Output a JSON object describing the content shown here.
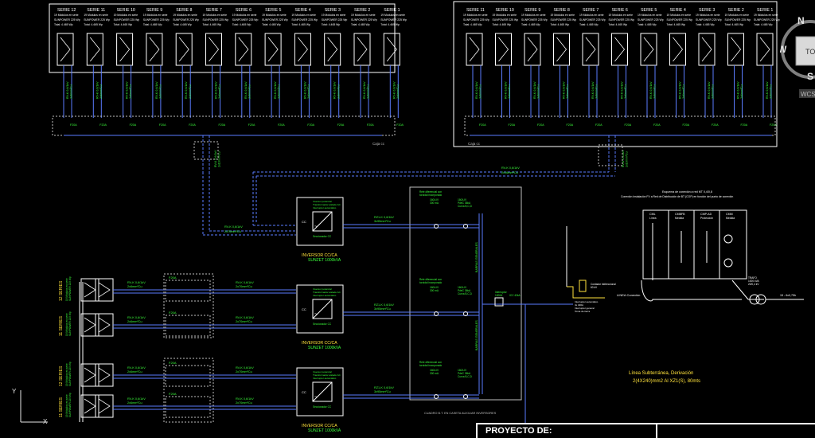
{
  "series_left": [
    "SERIE 12",
    "SERIE 11",
    "SERIE 10",
    "SERIE 9",
    "SERIE 8",
    "SERIE 7",
    "SERIE 6",
    "SERIE 5",
    "SERIE 4",
    "SERIE 3",
    "SERIE 2",
    "SERIE 1"
  ],
  "series_right": [
    "SERIE 11",
    "SERIE 10",
    "SERIE 9",
    "SERIE 8",
    "SERIE 7",
    "SERIE 6",
    "SERIE 5",
    "SERIE 4",
    "SERIE 3",
    "SERIE 2",
    "SERIE 1"
  ],
  "module_spec": [
    "19 Módulos en serie",
    "SUNPOWER 225 Wp",
    "Total: 4.465 Wp"
  ],
  "cable_spec": [
    "RV-K 0,6/1kV",
    "2x6mm²Cu"
  ],
  "main_cable": [
    "RV-K 0,6/1kV",
    "2x16mm²Cu"
  ],
  "feeder_cable": [
    "RV-K 0,6/1kV",
    "2x70mm²Cu"
  ],
  "dc_box_label": "Caja cc",
  "fuse_label": "F20A",
  "inverter": {
    "desc": [
      "Inversor potencial",
      "Transformador aislado AC",
      "Interruptor automático"
    ],
    "ac_label": "CC",
    "dc_label": "Seccionador CC",
    "name": "INVERSOR CC/CA",
    "model": "SUNZET 1000kVA"
  },
  "left_groups": [
    "12 SERIES",
    "11 SERIES",
    "12 SERIES",
    "11 SERIES"
  ],
  "ac_output": [
    "RZ1-K 0,6/1kV",
    "3x95mm²Cu"
  ],
  "breaker": [
    "Rele diferencial con",
    "toroidal incorporado"
  ],
  "breaker_spec": [
    "160A IV",
    "300 mA"
  ],
  "breaker_spec2": [
    "160A IV",
    "PdeC 36kA",
    "Curva B,C,D"
  ],
  "cuadro_label": "CUADRO B.T. EN CASETA AUXILIAR INVERSORES",
  "bus_label": "BARRAS GENERALES",
  "main_breaker": [
    "Interruptor",
    "1000A",
    "ICC 42kA"
  ],
  "scheme_title": "Esquema de conexión a red MT 0,4/0,8",
  "scheme_subtitle": "Conexión Instalación FV a Red de Distribución de BT (CGP) en función del punto de conexión",
  "cell_labels": [
    "CML",
    "CMBFB",
    "CMP-AD",
    "CMM"
  ],
  "cell_sub": [
    "Línea",
    "Medida",
    "Protección",
    "Medida"
  ],
  "line_conn": "LINEA Conexión",
  "underground_line": [
    "Línea Subterránea, Derivación",
    "2(4X240)mm2 Al XZ1(S), 80mts"
  ],
  "trafo": [
    "TRAFO",
    "1000 kVA",
    "20/0,4 kV"
  ],
  "mv_line": "15 - 6x0,75h",
  "lv_meter": [
    "Contador bidireccional",
    "60 kV"
  ],
  "lv_meter2": [
    "Interruptor automático",
    "4x 400A",
    "Interruptor general",
    "Toma de tierra"
  ],
  "project_label": "PROYECTO DE:",
  "compass": {
    "n": "N",
    "w": "W",
    "s": "S",
    "center": "TO",
    "wcs": "WCS"
  },
  "ucs": {
    "x": "X",
    "y": "Y"
  },
  "colors": {
    "line": "#5a7cff",
    "text": "#ffffff",
    "green": "#3bff3b",
    "yellow": "#ffe23b",
    "dim": "#bfbfbf"
  }
}
